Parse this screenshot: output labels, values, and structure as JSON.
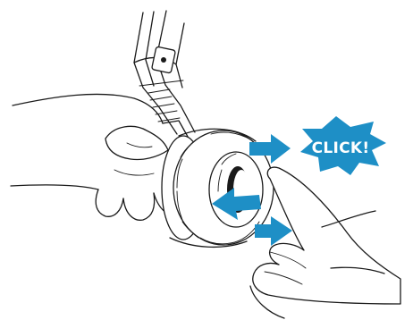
{
  "callout": {
    "text": "CLICK!",
    "color": "#1e8fc6"
  },
  "arrows": {
    "color": "#1e8fc6",
    "count": 3
  },
  "icons": [
    "headphone-illustration",
    "ear-cushion",
    "left-hand",
    "right-hand",
    "press-arrow-icon"
  ]
}
